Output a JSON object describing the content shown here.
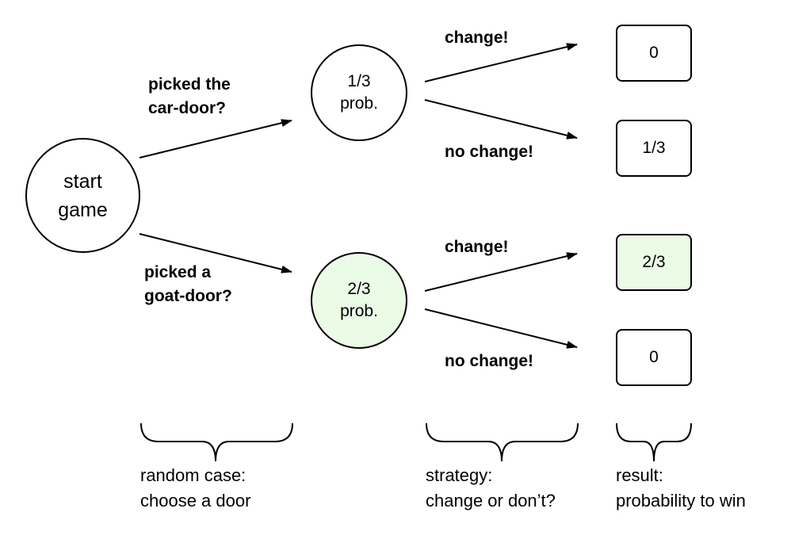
{
  "start_node": {
    "text": "start\ngame"
  },
  "branches": {
    "car": {
      "label": "picked the\ncar-door?",
      "prob": "1/3\nprob."
    },
    "goat": {
      "label": "picked a\ngoat-door?",
      "prob": "2/3\nprob."
    }
  },
  "strategy": {
    "car_change": "change!",
    "car_no_change": "no change!",
    "goat_change": "change!",
    "goat_no_change": "no change!"
  },
  "results": {
    "car_change": "0",
    "car_no_change": "1/3",
    "goat_change": "2/3",
    "goat_no_change": "0"
  },
  "captions": {
    "random": "random case:\nchoose a door",
    "strategy": "strategy:\nchange or don’t?",
    "result": "result:\nprobability to win"
  },
  "colors": {
    "highlight": "#eafbe6",
    "stroke": "#000000"
  }
}
